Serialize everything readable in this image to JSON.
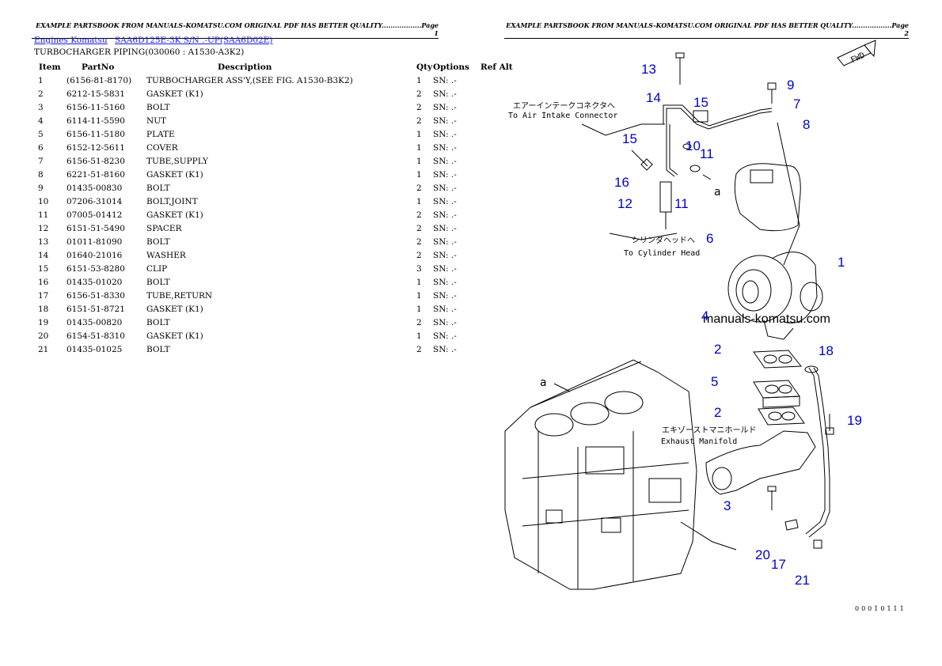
{
  "header": {
    "page1": "EXAMPLE PARTSBOOK FROM MANUALS-KOMATSU.COM ORIGINAL PDF HAS BETTER QUALITY..................Page 1",
    "page2": "EXAMPLE PARTSBOOK FROM MANUALS-KOMATSU.COM ORIGINAL PDF HAS BETTER QUALITY..................Page 2"
  },
  "breadcrumb": {
    "link1": "Engines Komatsu",
    "link2": "SAA6D125E-3K S/N .-UP(SAA6D02E)"
  },
  "subtitle": "TURBOCHARGER PIPING(030060 : A1530-A3K2)",
  "table": {
    "headers": {
      "item": "Item",
      "partno": "PartNo",
      "description": "Description",
      "qty": "Qty",
      "options": "Options",
      "refalt": "Ref Alt"
    },
    "rows": [
      {
        "item": "1",
        "partno": "(6156-81-8170)",
        "description": "TURBOCHARGER ASS'Y,(SEE FIG. A1530-B3K2)",
        "qty": "1",
        "sn": "SN: .-"
      },
      {
        "item": "2",
        "partno": "6212-15-5831",
        "description": "GASKET (K1)",
        "qty": "2",
        "sn": "SN: .-"
      },
      {
        "item": "3",
        "partno": "6156-11-5160",
        "description": "BOLT",
        "qty": "2",
        "sn": "SN: .-"
      },
      {
        "item": "4",
        "partno": "6114-11-5590",
        "description": "NUT",
        "qty": "2",
        "sn": "SN: .-"
      },
      {
        "item": "5",
        "partno": "6156-11-5180",
        "description": "PLATE",
        "qty": "1",
        "sn": "SN: .-"
      },
      {
        "item": "6",
        "partno": "6152-12-5611",
        "description": "COVER",
        "qty": "1",
        "sn": "SN: .-"
      },
      {
        "item": "7",
        "partno": "6156-51-8230",
        "description": "TUBE,SUPPLY",
        "qty": "1",
        "sn": "SN: .-"
      },
      {
        "item": "8",
        "partno": "6221-51-8160",
        "description": "GASKET (K1)",
        "qty": "1",
        "sn": "SN: .-"
      },
      {
        "item": "9",
        "partno": "01435-00830",
        "description": "BOLT",
        "qty": "2",
        "sn": "SN: .-"
      },
      {
        "item": "10",
        "partno": "07206-31014",
        "description": "BOLT,JOINT",
        "qty": "1",
        "sn": "SN: .-"
      },
      {
        "item": "11",
        "partno": "07005-01412",
        "description": "GASKET (K1)",
        "qty": "2",
        "sn": "SN: .-"
      },
      {
        "item": "12",
        "partno": "6151-51-5490",
        "description": "SPACER",
        "qty": "2",
        "sn": "SN: .-"
      },
      {
        "item": "13",
        "partno": "01011-81090",
        "description": "BOLT",
        "qty": "2",
        "sn": "SN: .-"
      },
      {
        "item": "14",
        "partno": "01640-21016",
        "description": "WASHER",
        "qty": "2",
        "sn": "SN: .-"
      },
      {
        "item": "15",
        "partno": "6151-53-8280",
        "description": "CLIP",
        "qty": "3",
        "sn": "SN: .-"
      },
      {
        "item": "16",
        "partno": "01435-01020",
        "description": "BOLT",
        "qty": "1",
        "sn": "SN: .-"
      },
      {
        "item": "17",
        "partno": "6156-51-8330",
        "description": "TUBE,RETURN",
        "qty": "1",
        "sn": "SN: .-"
      },
      {
        "item": "18",
        "partno": "6151-51-8721",
        "description": "GASKET (K1)",
        "qty": "1",
        "sn": "SN: .-"
      },
      {
        "item": "19",
        "partno": "01435-00820",
        "description": "BOLT",
        "qty": "2",
        "sn": "SN: .-"
      },
      {
        "item": "20",
        "partno": "6154-51-8310",
        "description": "GASKET (K1)",
        "qty": "1",
        "sn": "SN: .-"
      },
      {
        "item": "21",
        "partno": "01435-01025",
        "description": "BOLT",
        "qty": "2",
        "sn": "SN: .-"
      }
    ]
  },
  "diagram": {
    "note_air_jp": "エアーインテークコネクタへ",
    "note_air_en": "To Air Intake Connector",
    "note_cyl_jp": "シリンダヘッドへ",
    "note_cyl_en": "To Cylinder Head",
    "note_exh_jp": "エキゾーストマニホールド",
    "note_exh_en": "Exhaust Manifold",
    "fwd": "FWD",
    "ref_a": "a",
    "watermark": "manuals-komatsu.com",
    "page_code": "00010111",
    "labels": [
      "1",
      "2",
      "2",
      "3",
      "4",
      "5",
      "6",
      "7",
      "8",
      "9",
      "10",
      "11",
      "11",
      "12",
      "13",
      "14",
      "15",
      "15",
      "16",
      "17",
      "18",
      "19",
      "20",
      "21"
    ]
  }
}
